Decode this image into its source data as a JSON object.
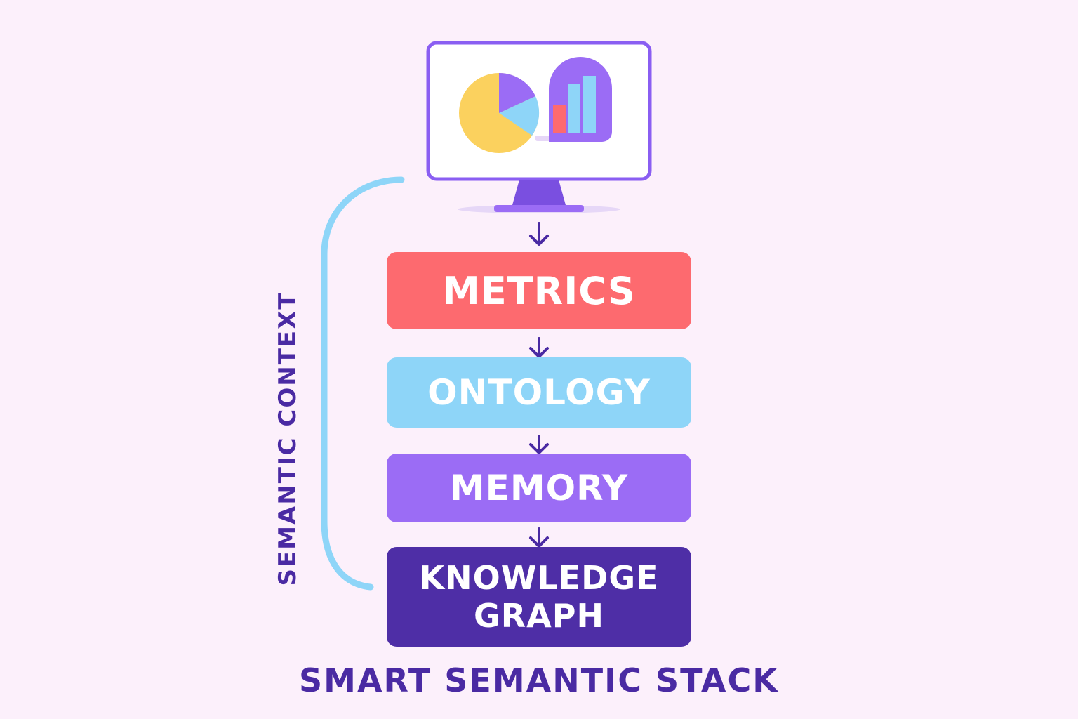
{
  "diagram": {
    "title": "SMART SEMANTIC STACK",
    "side_label": "SEMANTIC CONTEXT",
    "layers": [
      {
        "label": "METRICS",
        "color": "#fd6a6f"
      },
      {
        "label": "ONTOLOGY",
        "color": "#8ed5f8"
      },
      {
        "label": "MEMORY",
        "color": "#9b6cf5"
      },
      {
        "label": "KNOWLEDGE",
        "label2": "GRAPH",
        "color": "#4e2ea6"
      }
    ]
  },
  "colors": {
    "background": "#fcf0fb",
    "accent_dark": "#4a2aa3",
    "monitor_frame": "#8a5ef2",
    "bracket": "#8ed5f8",
    "pie_yellow": "#fbd15e",
    "pie_purple": "#9b6cf5",
    "pie_blue": "#8ed5f8",
    "bar_red": "#fd6a6f",
    "bar_blue": "#8ed5f8"
  },
  "icons": {
    "monitor": "monitor-icon",
    "pie": "pie-chart-icon",
    "bars": "bar-chart-icon",
    "arrow": "arrow-down-icon"
  }
}
